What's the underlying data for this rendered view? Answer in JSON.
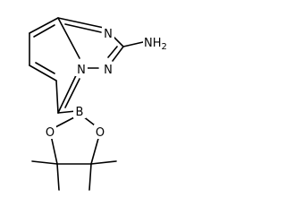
{
  "molecule": {
    "atoms": {
      "n_pyridine_fused": "N",
      "n_triazole_3": "N",
      "n_triazole_1": "N",
      "amine": "NH2",
      "boron": "B",
      "oxygen_left": "O",
      "oxygen_right": "O"
    },
    "colors": {
      "bond": "#000000",
      "label": "#000000",
      "background": "#ffffff"
    }
  }
}
